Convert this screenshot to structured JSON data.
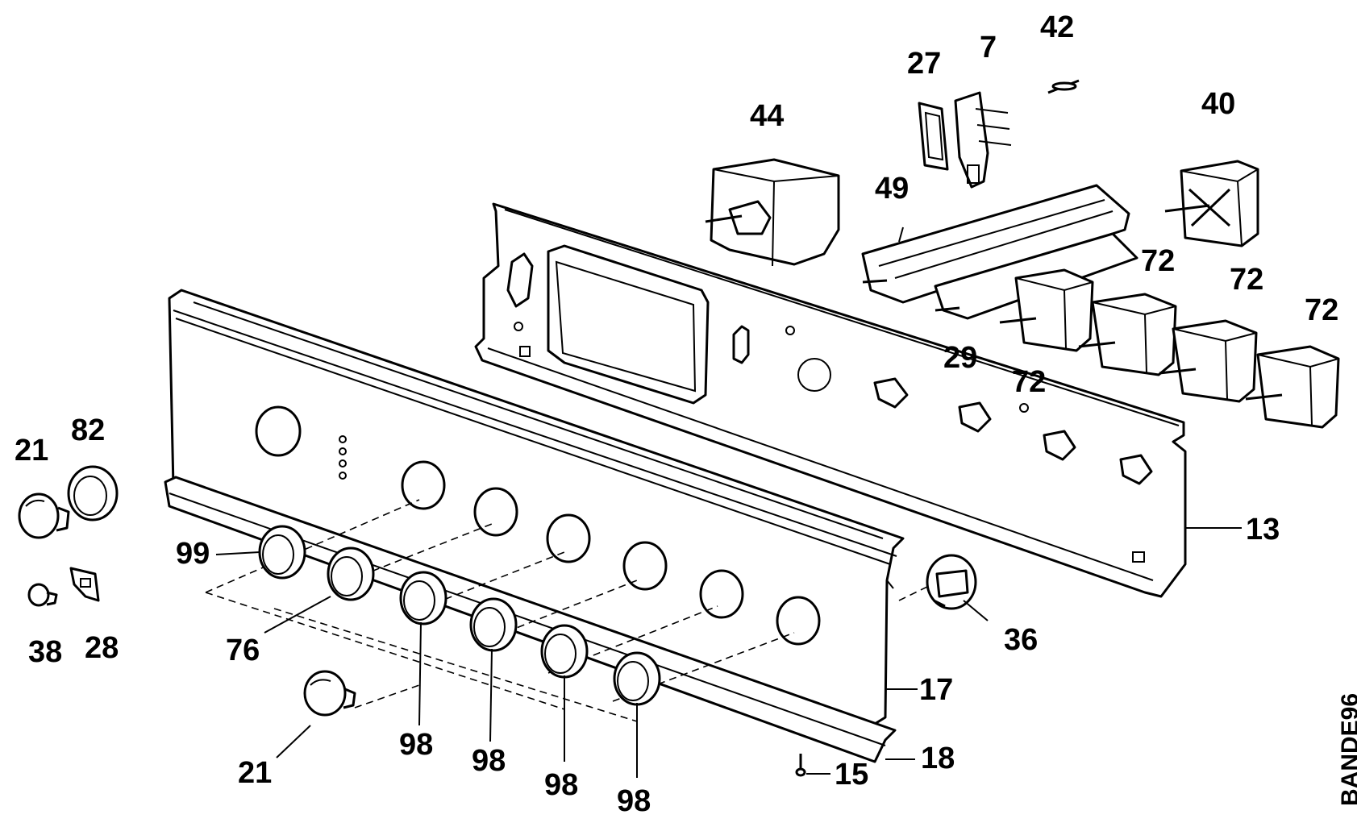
{
  "figure": {
    "code": "BANDE96",
    "labels": {
      "l44": "44",
      "l27": "27",
      "l7": "7",
      "l42": "42",
      "l40": "40",
      "l49": "49",
      "l72a": "72",
      "l72b": "72",
      "l72c": "72",
      "l72d": "72",
      "l29": "29",
      "l13": "13",
      "l36": "36",
      "l17": "17",
      "l18": "18",
      "l15": "15",
      "l21a": "21",
      "l82": "82",
      "l38": "38",
      "l28": "28",
      "l99": "99",
      "l76": "76",
      "l21b": "21",
      "l98a": "98",
      "l98b": "98",
      "l98c": "98",
      "l98d": "98"
    }
  }
}
